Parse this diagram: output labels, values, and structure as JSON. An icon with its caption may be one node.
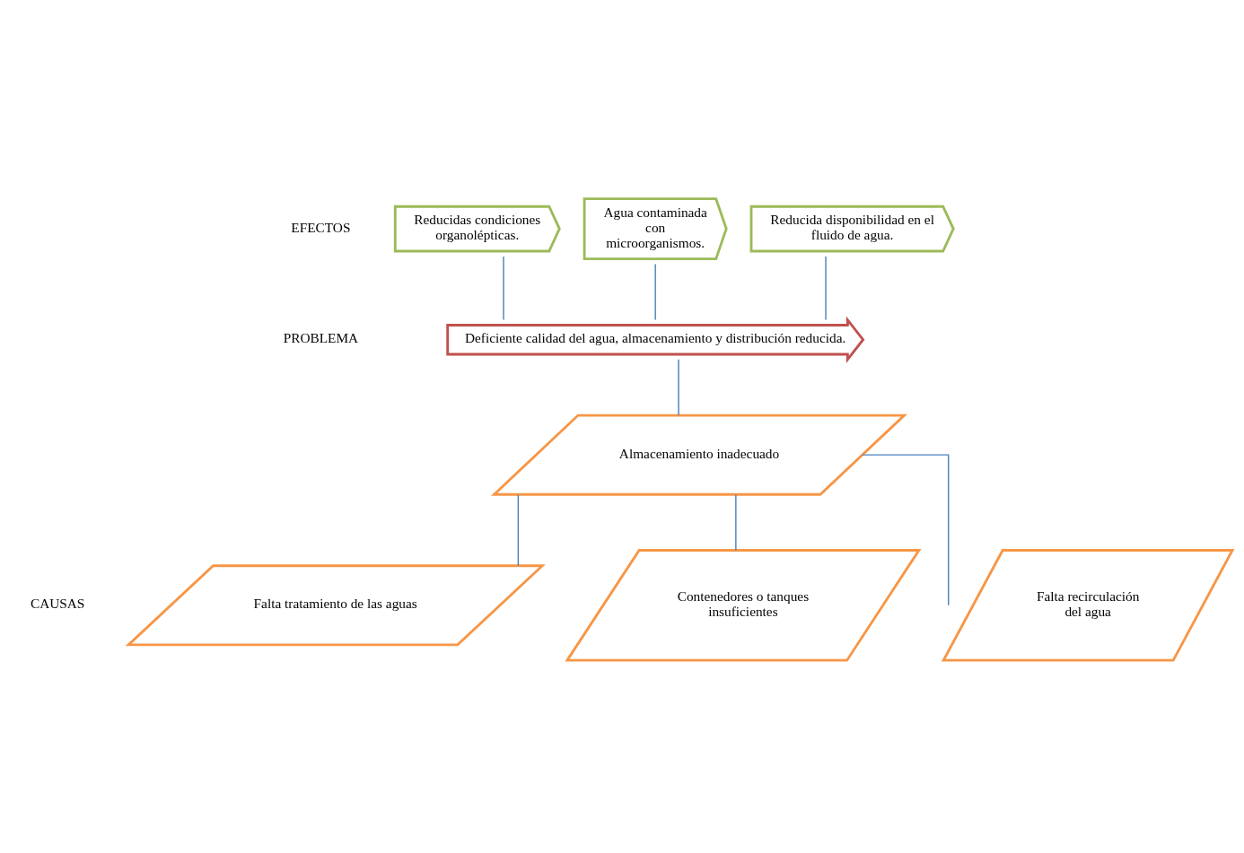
{
  "diagram": {
    "nodes": [
      {
        "text": [
          "Reducida disponibilidad en el fluido de agua."
        ]
      },
      {
        "text": [
          "Reducidas condiciones organolépticas."
        ]
      },
      {
        "text": [
          "Agua contaminada con microorganismos."
        ]
      },
      {
        "text": [
          "Deficiente calidad del agua, almacenamiento y distribución reducida."
        ]
      },
      {
        "text": [
          "Almacenamiento inadecuado"
        ]
      },
      {
        "text": [
          "Contenedores o tanques insuficientes"
        ]
      },
      {
        "text": [
          "Falta recirculación del agua"
        ]
      },
      {
        "text": [
          "Falta tratamiento de las aguas"
        ]
      }
    ],
    "edges": [
      {
        "from": 0,
        "to": 3,
        "arrow": "none"
      },
      {
        "from": 1,
        "to": 3,
        "arrow": "none"
      },
      {
        "from": 2,
        "to": 3,
        "arrow": "none"
      },
      {
        "from": 3,
        "to": 4,
        "arrow": "none"
      },
      {
        "from": 4,
        "to": 5,
        "arrow": "none"
      },
      {
        "from": 4,
        "to": 6,
        "arrow": "none"
      },
      {
        "from": 4,
        "to": 7,
        "arrow": "none"
      }
    ],
    "labels": [
      "EFECTOS",
      "PROBLEMA",
      "CAUSAS"
    ]
  }
}
